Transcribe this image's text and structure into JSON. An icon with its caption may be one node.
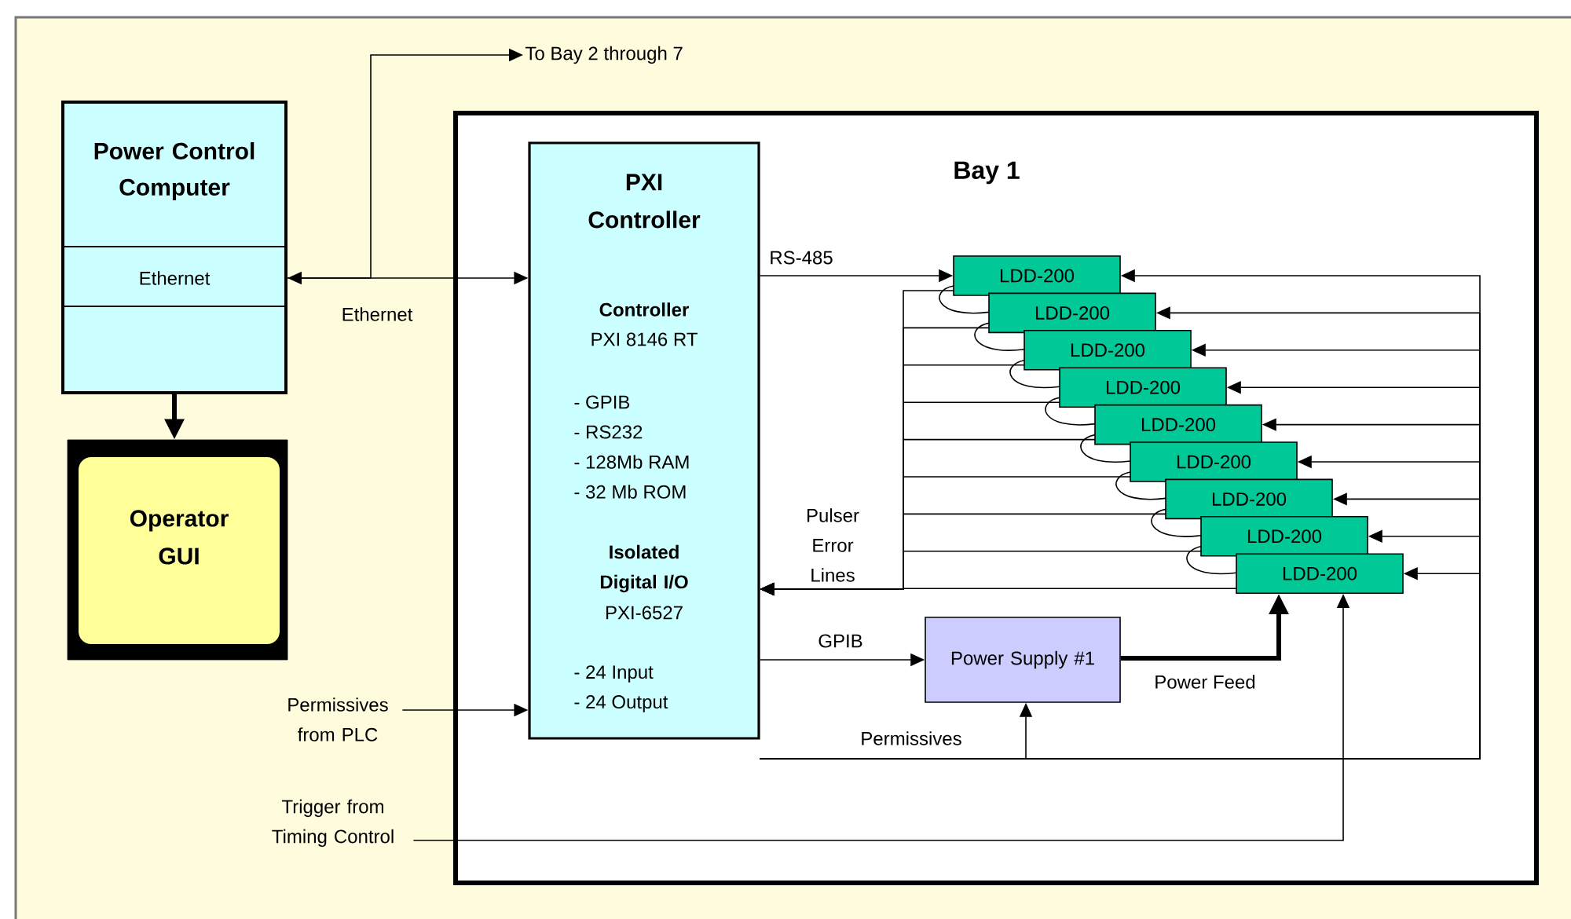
{
  "diagram": {
    "nodes": [
      {
        "text": [
          "Power Control Computer",
          "Ethernet"
        ]
      },
      {
        "text": [
          "Operator GUI"
        ]
      },
      {
        "text": [
          "Bay 1"
        ]
      },
      {
        "text": [
          "PXI Controller",
          "Controller",
          "PXI 8146 RT",
          "- GPIB",
          "- RS232",
          "- 128Mb RAM",
          "- 32 Mb ROM",
          "Isolated Digital I/O",
          "PXI-6527",
          "- 24 Input",
          "- 24 Output"
        ],
        "in": 2
      },
      {
        "text": [
          "LDD-200"
        ],
        "in": 2
      },
      {
        "text": [
          "LDD-200"
        ],
        "in": 2
      },
      {
        "text": [
          "LDD-200"
        ],
        "in": 2
      },
      {
        "text": [
          "LDD-200"
        ],
        "in": 2
      },
      {
        "text": [
          "LDD-200"
        ],
        "in": 2
      },
      {
        "text": [
          "LDD-200"
        ],
        "in": 2
      },
      {
        "text": [
          "LDD-200"
        ],
        "in": 2
      },
      {
        "text": [
          "LDD-200"
        ],
        "in": 2
      },
      {
        "text": [
          "LDD-200"
        ],
        "in": 2
      },
      {
        "text": [
          "Power Supply #1"
        ],
        "in": 2
      },
      {
        "text": [
          "To Bay 2 through 7"
        ]
      },
      {
        "text": [
          "Permissives from PLC"
        ]
      },
      {
        "text": [
          "Trigger from Timing Control"
        ]
      }
    ],
    "edges": [
      {
        "from": 0,
        "to": 3,
        "arrow": "both",
        "label": "Ethernet"
      },
      {
        "from": 0,
        "to": 14,
        "arrow": "to"
      },
      {
        "from": 0,
        "to": 1,
        "arrow": "to",
        "style": "thick"
      },
      {
        "from": 3,
        "to": 4,
        "arrow": "to",
        "label": "RS-485"
      },
      {
        "from": 4,
        "to": 5,
        "arrow": "none"
      },
      {
        "from": 5,
        "to": 6,
        "arrow": "none"
      },
      {
        "from": 6,
        "to": 7,
        "arrow": "none"
      },
      {
        "from": 7,
        "to": 8,
        "arrow": "none"
      },
      {
        "from": 8,
        "to": 9,
        "arrow": "none"
      },
      {
        "from": 9,
        "to": 10,
        "arrow": "none"
      },
      {
        "from": 10,
        "to": 11,
        "arrow": "none"
      },
      {
        "from": 11,
        "to": 12,
        "arrow": "none"
      },
      {
        "from": 4,
        "to": 3,
        "arrow": "to"
      },
      {
        "from": 5,
        "to": 3,
        "arrow": "to"
      },
      {
        "from": 6,
        "to": 3,
        "arrow": "to"
      },
      {
        "from": 7,
        "to": 3,
        "arrow": "to"
      },
      {
        "from": 8,
        "to": 3,
        "arrow": "to"
      },
      {
        "from": 9,
        "to": 3,
        "arrow": "to"
      },
      {
        "from": 10,
        "to": 3,
        "arrow": "to"
      },
      {
        "from": 11,
        "to": 3,
        "arrow": "to"
      },
      {
        "from": 12,
        "to": 3,
        "arrow": "to",
        "label": "Pulser Error Lines"
      },
      {
        "from": 3,
        "to": 4,
        "arrow": "to"
      },
      {
        "from": 3,
        "to": 5,
        "arrow": "to"
      },
      {
        "from": 3,
        "to": 6,
        "arrow": "to"
      },
      {
        "from": 3,
        "to": 7,
        "arrow": "to"
      },
      {
        "from": 3,
        "to": 8,
        "arrow": "to"
      },
      {
        "from": 3,
        "to": 9,
        "arrow": "to"
      },
      {
        "from": 3,
        "to": 10,
        "arrow": "to"
      },
      {
        "from": 3,
        "to": 11,
        "arrow": "to"
      },
      {
        "from": 3,
        "to": 12,
        "arrow": "to"
      },
      {
        "from": 3,
        "to": 13,
        "arrow": "to",
        "label": "Permissives"
      },
      {
        "from": 3,
        "to": 13,
        "arrow": "to",
        "label": "GPIB"
      },
      {
        "from": 13,
        "to": 12,
        "arrow": "to",
        "style": "thick",
        "label": "Power Feed"
      },
      {
        "from": 15,
        "to": 3,
        "arrow": "to"
      },
      {
        "from": 16,
        "to": 12,
        "arrow": "to"
      }
    ]
  }
}
